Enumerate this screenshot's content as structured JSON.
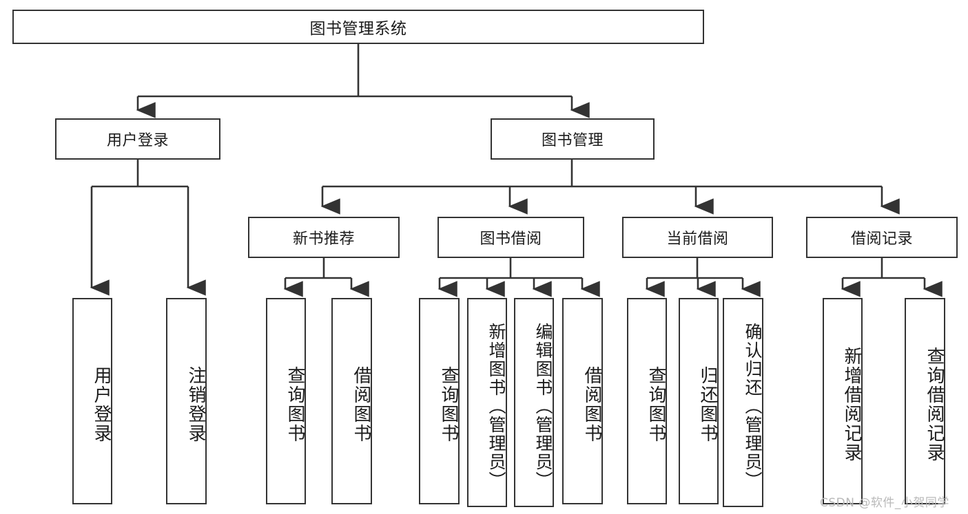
{
  "diagram": {
    "title": "图书管理系统",
    "type": "hierarchy-tree",
    "root": {
      "label": "图书管理系统"
    },
    "level2": [
      {
        "label": "用户登录"
      },
      {
        "label": "图书管理"
      }
    ],
    "level3": [
      {
        "label": "新书推荐"
      },
      {
        "label": "图书借阅"
      },
      {
        "label": "当前借阅"
      },
      {
        "label": "借阅记录"
      }
    ],
    "leaves": {
      "user_login": [
        {
          "label": "用户登录"
        },
        {
          "label": "注销登录"
        }
      ],
      "new_book_recommend": [
        {
          "label": "查询图书"
        },
        {
          "label": "借阅图书"
        }
      ],
      "book_borrow": [
        {
          "label": "查询图书"
        },
        {
          "label": "新增图书（管理员）"
        },
        {
          "label": "编辑图书（管理员）"
        },
        {
          "label": "借阅图书"
        }
      ],
      "current_borrow": [
        {
          "label": "查询图书"
        },
        {
          "label": "归还图书"
        },
        {
          "label": "确认归还（管理员）"
        }
      ],
      "borrow_record": [
        {
          "label": "新增借阅记录"
        },
        {
          "label": "查询借阅记录"
        }
      ]
    }
  },
  "watermark": {
    "text": "CSDN @软件_小贺同学"
  },
  "colors": {
    "stroke": "#333333",
    "text": "#1b1b1b",
    "background": "#ffffff",
    "watermark": "#b9b9b9"
  }
}
